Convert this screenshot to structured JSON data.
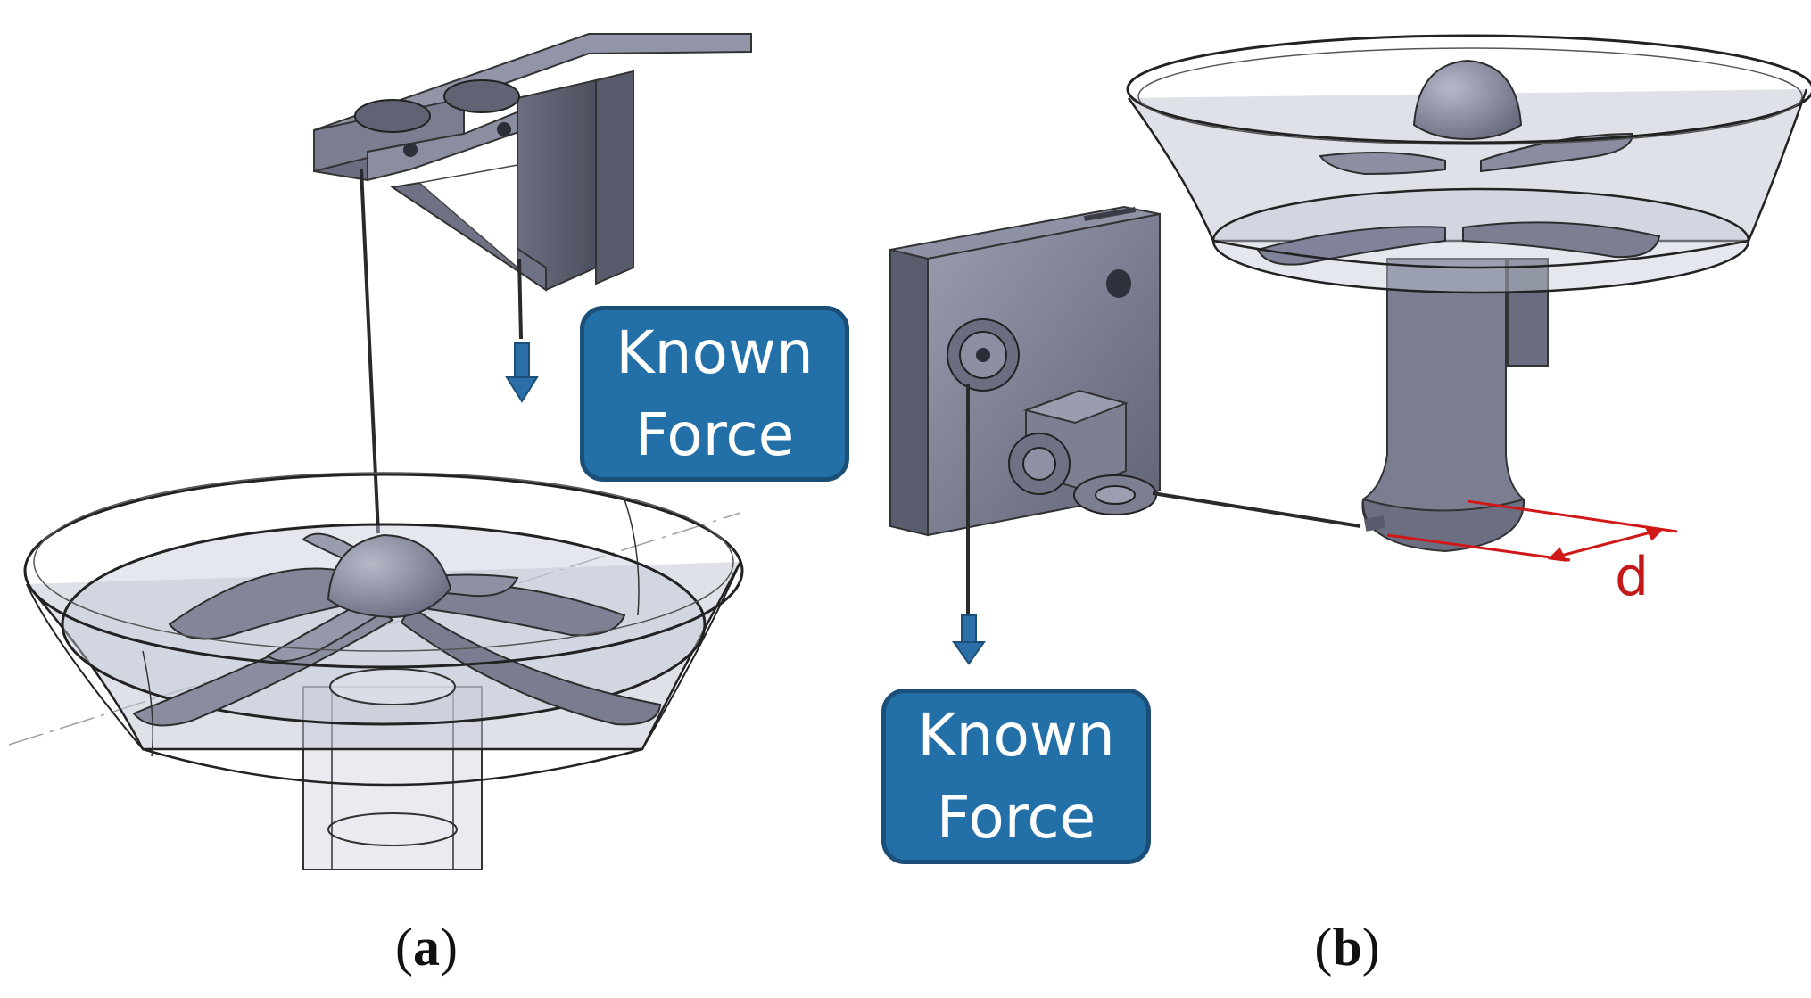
{
  "panels": [
    {
      "id": "a",
      "caption_letter": "a",
      "force_label": [
        "Known",
        "Force"
      ]
    },
    {
      "id": "b",
      "caption_letter": "b",
      "force_label": [
        "Known",
        "Force"
      ],
      "dimension_label": "d"
    }
  ],
  "colors": {
    "label_fill": "#2370a8",
    "label_border": "#1b4f78",
    "arrow": "#2c6fa8",
    "dimension": "#d01818",
    "part": "#7e8190",
    "transparent_shell": "#c4c9d6"
  }
}
